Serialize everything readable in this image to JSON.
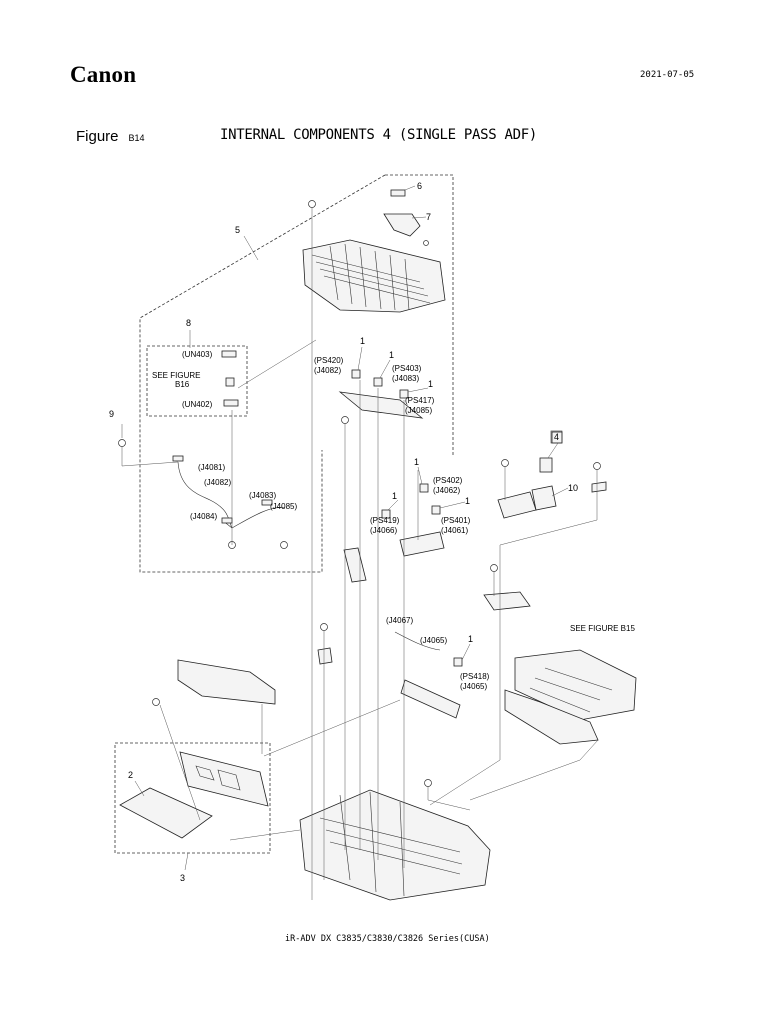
{
  "header": {
    "brand": "Canon",
    "date": "2021-07-05",
    "figure_label": "Figure",
    "figure_number": "B14",
    "figure_title": "INTERNAL COMPONENTS 4 (SINGLE PASS ADF)"
  },
  "callouts": {
    "n1": "1",
    "n2": "2",
    "n3": "3",
    "n4": "4",
    "n5": "5",
    "n6": "6",
    "n7": "7",
    "n8": "8",
    "n9": "9",
    "n10": "10"
  },
  "labels": {
    "un403": "(UN403)",
    "un402": "(UN402)",
    "see_fig_b16_line1": "SEE FIGURE",
    "see_fig_b16_line2": "B16",
    "ps420": "(PS420)",
    "j4082_a": "(J4082)",
    "ps403": "(PS403)",
    "j4083_a": "(J4083)",
    "ps417": "(PS417)",
    "j4085_a": "(J4085)",
    "j4081": "(J4081)",
    "j4082_b": "(J4082)",
    "j4083_b": "(J4083)",
    "j4084": "(J4084)",
    "j4085_b": "(J4085)",
    "ps402": "(PS402)",
    "j4062": "(J4062)",
    "ps419": "(PS419)",
    "j4066": "(J4066)",
    "ps401": "(PS401)",
    "j4061": "(J4061)",
    "j4067": "(J4067)",
    "j4065_a": "(J4065)",
    "ps418": "(PS418)",
    "j4065_b": "(J4065)",
    "see_fig_b15": "SEE FIGURE B15"
  },
  "footer": {
    "model": "iR-ADV DX C3835/C3830/C3826 Series(CUSA)"
  }
}
